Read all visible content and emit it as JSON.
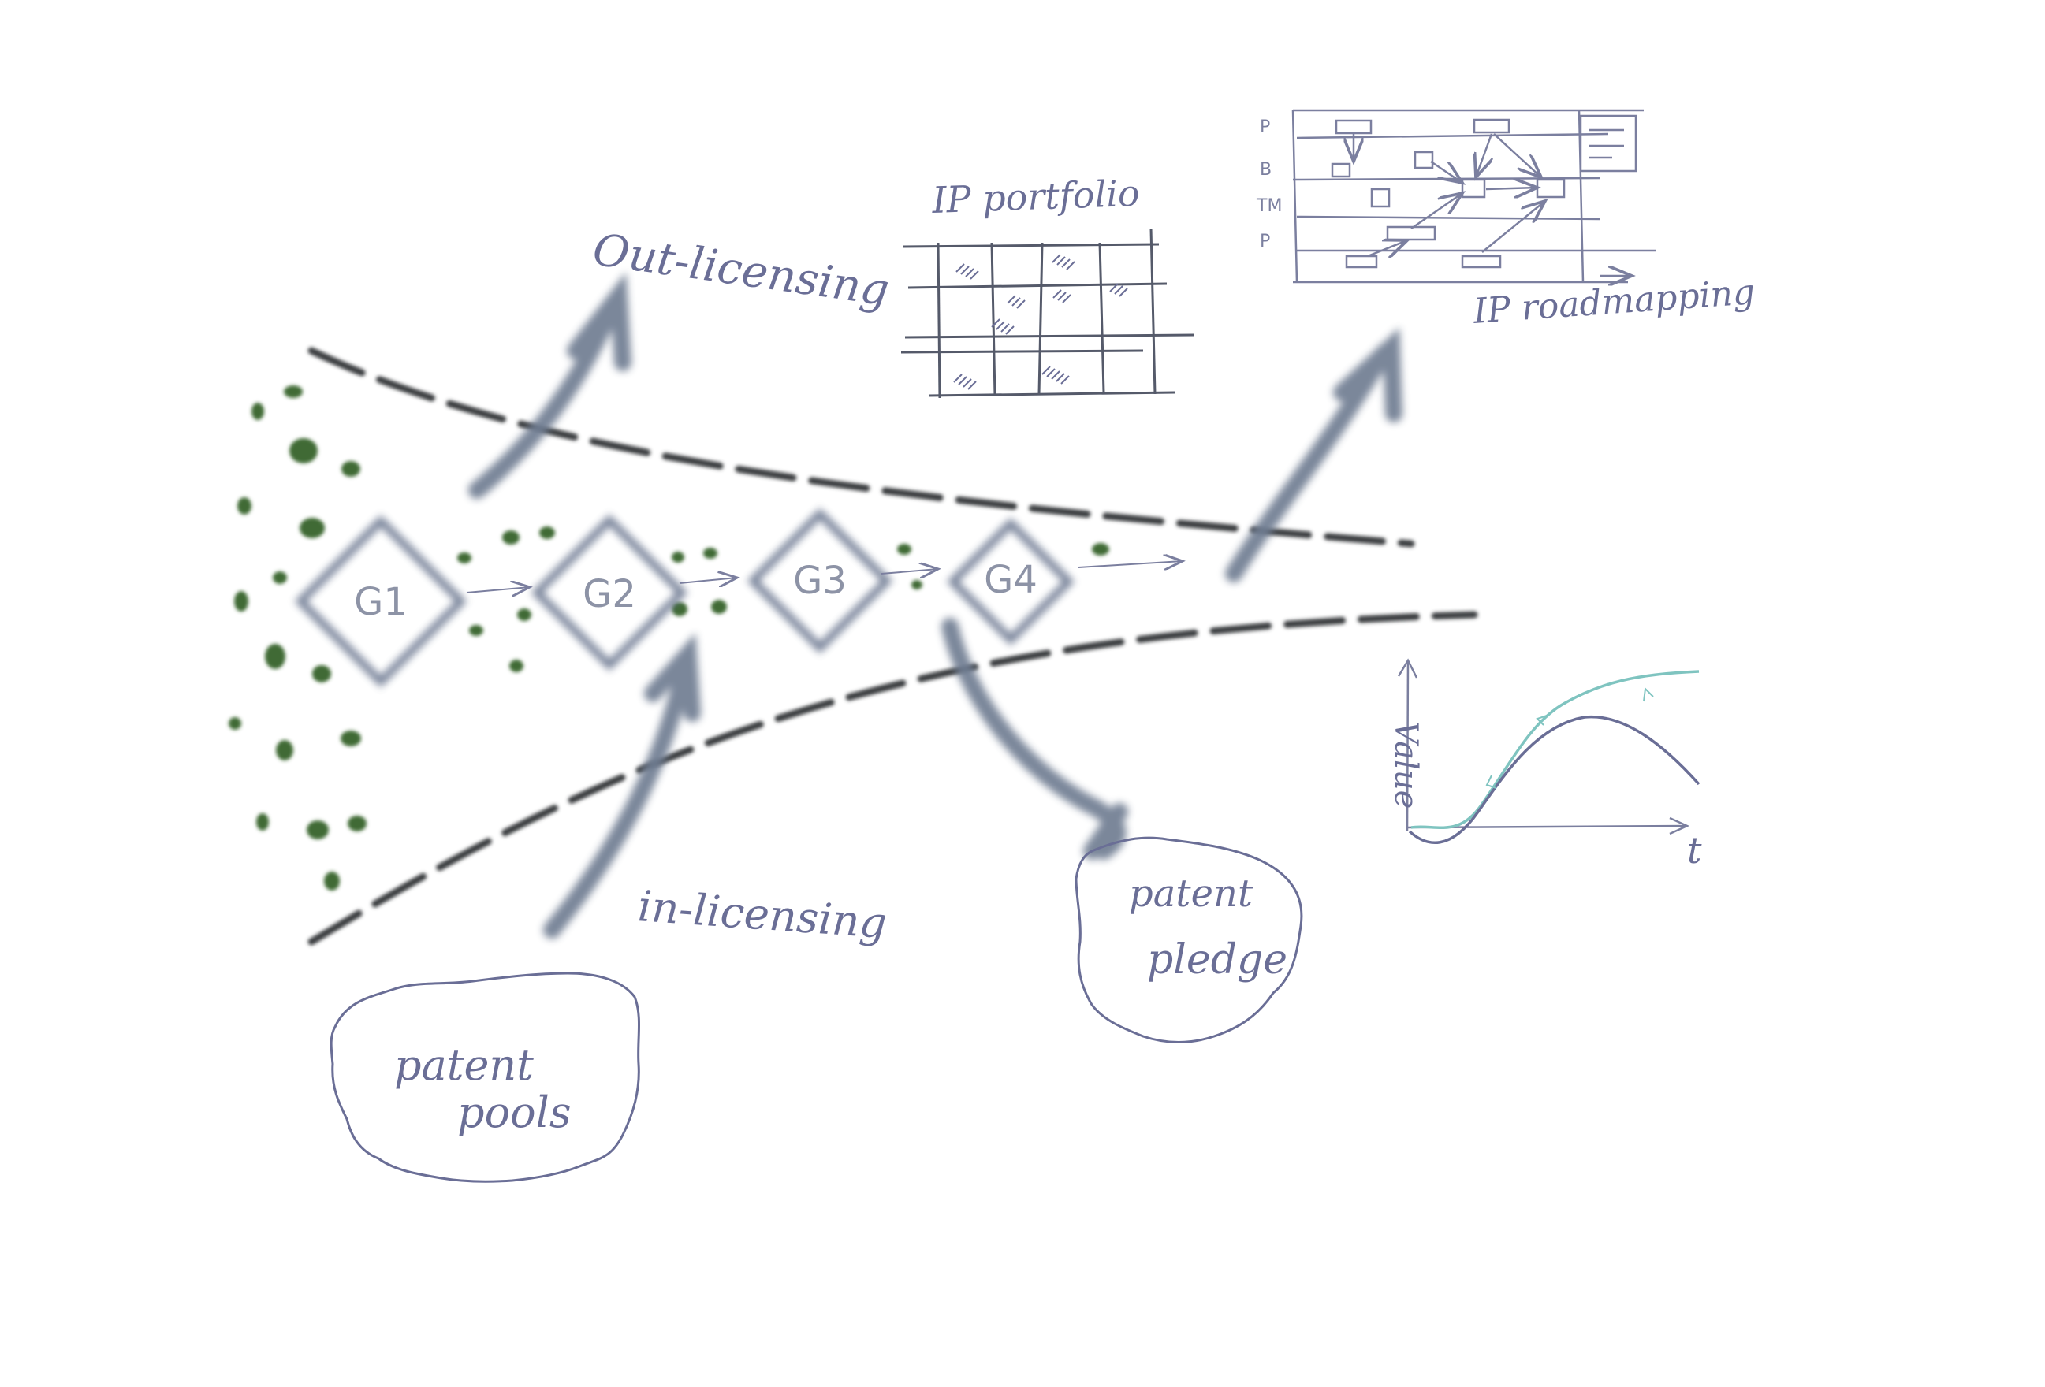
{
  "diagram": {
    "gates": [
      "G1",
      "G2",
      "G3",
      "G4"
    ],
    "labels": {
      "out_licensing": "Out-licensing",
      "in_licensing": "in-licensing",
      "ip_portfolio": "IP portfolio",
      "ip_roadmapping": "IP roadmapping",
      "patent_pools": [
        "patent",
        "pools"
      ],
      "patent_pledge": [
        "patent",
        "pledge"
      ],
      "value_axis": "Value",
      "time_axis": "t"
    },
    "roadmap_rows": [
      "P",
      "B",
      "TM",
      "P"
    ],
    "colors": {
      "ink": "#6a6e96",
      "funnel": "#3d3f42",
      "arrow": "#6f7d92",
      "idea_dots": "#3f6b34",
      "curve_teal": "#7fc4c0",
      "curve_purple": "#6a6e96",
      "gate_outline": "#5d6b85"
    }
  }
}
